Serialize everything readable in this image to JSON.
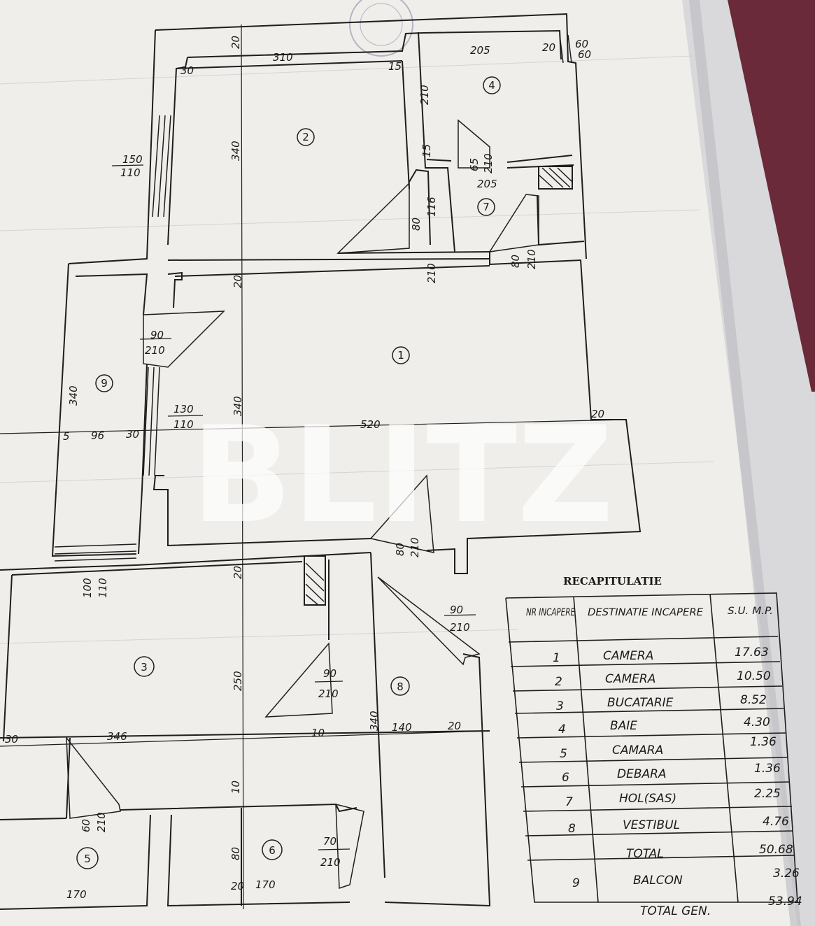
{
  "watermark": "BLITZ",
  "recap_title": "RECAPITULATIE",
  "table": {
    "headers": [
      "NR INCAPERE",
      "DESTINATIE INCAPERE",
      "S.U. M.P."
    ],
    "rows": [
      {
        "nr": "1",
        "name": "CAMERA",
        "area": "17.63"
      },
      {
        "nr": "2",
        "name": "CAMERA",
        "area": "10.50"
      },
      {
        "nr": "3",
        "name": "BUCATARIE",
        "area": "8.52"
      },
      {
        "nr": "4",
        "name": "BAIE",
        "area": "4.30"
      },
      {
        "nr": "5",
        "name": "CAMARA",
        "area": "1.36"
      },
      {
        "nr": "6",
        "name": "DEBARA",
        "area": "1.36"
      },
      {
        "nr": "7",
        "name": "HOL(SAS)",
        "area": "2.25"
      },
      {
        "nr": "8",
        "name": "VESTIBUL",
        "area": "4.76"
      },
      {
        "nr": "",
        "name": "TOTAL",
        "area": "50.68"
      },
      {
        "nr": "9",
        "name": "BALCON",
        "area": "3.26"
      }
    ],
    "grand_total_label": "TOTAL GEN.",
    "grand_total_value": "53.94"
  },
  "rooms": [
    "1",
    "2",
    "3",
    "4",
    "5",
    "6",
    "7",
    "8",
    "9"
  ],
  "dimensions": {
    "d_310": "310",
    "d_205a": "205",
    "d_20a": "20",
    "d_60a": "60",
    "d_60b": "60",
    "d_20b": "20",
    "d_30a": "30",
    "d_15a": "15",
    "d_210a": "210",
    "d_150": "150",
    "d_110a": "110",
    "d_340a": "340",
    "d_15b": "15",
    "d_65": "65",
    "d_210b": "210",
    "d_205b": "205",
    "d_80a": "80",
    "d_210c": "210",
    "d_116": "116",
    "d_80b": "80",
    "d_210d": "210",
    "d_20c": "20",
    "d_90a": "90",
    "d_210e": "210",
    "d_340b": "340",
    "d_130": "130",
    "d_110b": "110",
    "d_340c": "340",
    "d_5a": "5",
    "d_96": "96",
    "d_30b": "30",
    "d_520": "520",
    "d_20d": "20",
    "d_80c": "80",
    "d_210f": "210",
    "d_100": "100",
    "d_110c": "110",
    "d_20e": "20",
    "d_90b": "90",
    "d_210g": "210",
    "d_250": "250",
    "d_90c": "90",
    "d_210h": "210",
    "d_30c": "30",
    "d_346": "346",
    "d_10a": "10",
    "d_340d": "340",
    "d_140": "140",
    "d_20f": "20",
    "d_10b": "10",
    "d_60c": "60",
    "d_210i": "210",
    "d_80d": "80",
    "d_70": "70",
    "d_210j": "210",
    "d_170a": "170",
    "d_20g": "20",
    "d_170b": "170"
  }
}
